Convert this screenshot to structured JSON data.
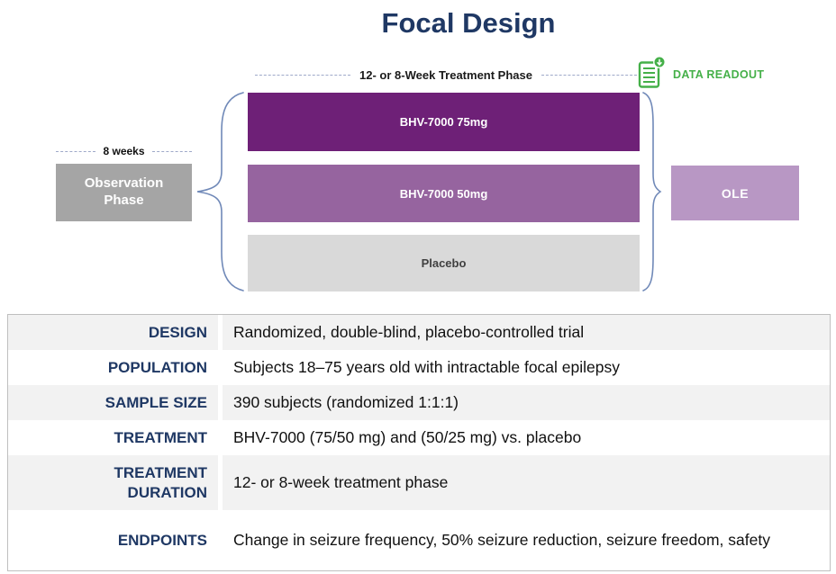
{
  "title": "Focal Design",
  "diagram": {
    "treatment_phase_label": "12- or 8-Week Treatment Phase",
    "data_readout_label": "DATA READOUT",
    "observation_weeks_label": "8 weeks",
    "observation_box_label": "Observation Phase",
    "arms": [
      {
        "label": "BHV-7000 75mg",
        "color": "#6E2077"
      },
      {
        "label": "BHV-7000 50mg",
        "color": "#96649F"
      },
      {
        "label": "Placebo",
        "color": "#D9D9D9"
      }
    ],
    "ole_box_label": "OLE"
  },
  "table": {
    "rows": [
      {
        "label": "DESIGN",
        "value": "Randomized, double-blind, placebo-controlled trial"
      },
      {
        "label": "POPULATION",
        "value": "Subjects 18–75 years old with intractable focal epilepsy"
      },
      {
        "label": "SAMPLE SIZE",
        "value": "390 subjects (randomized 1:1:1)"
      },
      {
        "label": "TREATMENT",
        "value": "BHV-7000 (75/50 mg) and (50/25 mg) vs. placebo"
      },
      {
        "label": "TREATMENT DURATION",
        "value": "12- or 8-week treatment phase"
      },
      {
        "label": "ENDPOINTS",
        "value": "Change in seizure frequency, 50% seizure reduction, seizure freedom, safety"
      }
    ]
  },
  "colors": {
    "title_navy": "#1F3864",
    "readout_green": "#45B049",
    "arm_dark_purple": "#6E2077",
    "arm_medium_purple": "#96649F",
    "ole_mauve": "#B897C4",
    "observation_gray": "#A5A5A5",
    "placebo_gray": "#D9D9D9",
    "brace_blue": "#7089B8",
    "table_row_gray": "#F2F2F2",
    "table_border": "#BFBFBF"
  }
}
